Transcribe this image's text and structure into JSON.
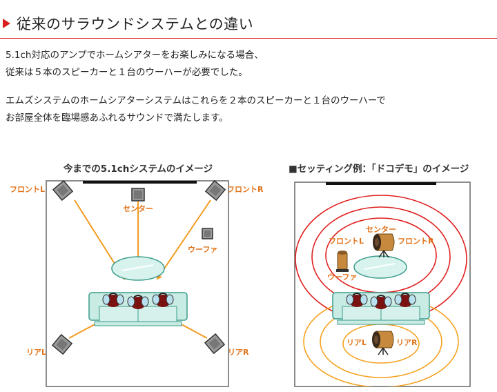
{
  "header": {
    "title": "従来のサラウンドシステムとの違い"
  },
  "intro": {
    "lines": [
      "5.1ch対応のアンプでホームシアターをお楽しみになる場合、",
      "従来は５本のスピーカーと１台のウーハーが必要でした。"
    ]
  },
  "description": {
    "lines": [
      "エムズシステムのホームシアターシステムはこれらを２本のスピーカーと１台のウーハーで",
      "お部屋全体を臨場感あふれるサウンドで満たします。"
    ]
  },
  "diagram_left": {
    "caption": "今までの5.1chシステムのイメージ",
    "labels": {
      "front_l": "フロントL",
      "front_r": "フロントR",
      "center": "センター",
      "woofer": "ウーファ",
      "rear_l": "リアL",
      "rear_r": "リアR"
    }
  },
  "diagram_right": {
    "caption": "■セッティング例：「ドコデモ」のイメージ",
    "labels": {
      "center": "センター",
      "front_l": "フロントL",
      "front_r": "フロントR",
      "woofer": "ウーファ",
      "rear_l": "リアL",
      "rear_r": "リアR"
    }
  },
  "colors": {
    "accent_red": "#d81e1e",
    "arrow_orange": "#f39a1e",
    "label_orange": "#e2731a",
    "wave_red": "#e02020",
    "wave_orange": "#f5a11e",
    "sofa_teal": "#c8ebe3",
    "table_teal": "#d8f3ee"
  }
}
